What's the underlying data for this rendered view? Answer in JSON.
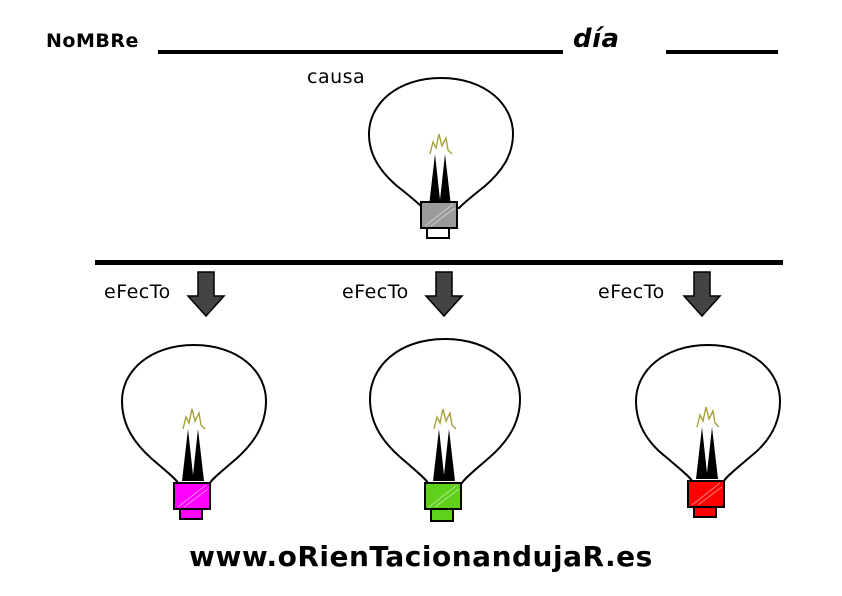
{
  "header": {
    "name_label": "NoMBRe",
    "day_label": "día"
  },
  "cause": {
    "label": "causa",
    "socket_color": "#9a9a9a"
  },
  "effects": [
    {
      "label": "eFecTo",
      "socket_color": "#ff00ff"
    },
    {
      "label": "eFecTo",
      "socket_color": "#5fd11a"
    },
    {
      "label": "eFecTo",
      "socket_color": "#ff0000"
    }
  ],
  "footer": {
    "url": "www.oRienTacionandujaR.es"
  },
  "colors": {
    "arrow": "#444444",
    "line": "#000000",
    "filament": "#a6a13a"
  }
}
